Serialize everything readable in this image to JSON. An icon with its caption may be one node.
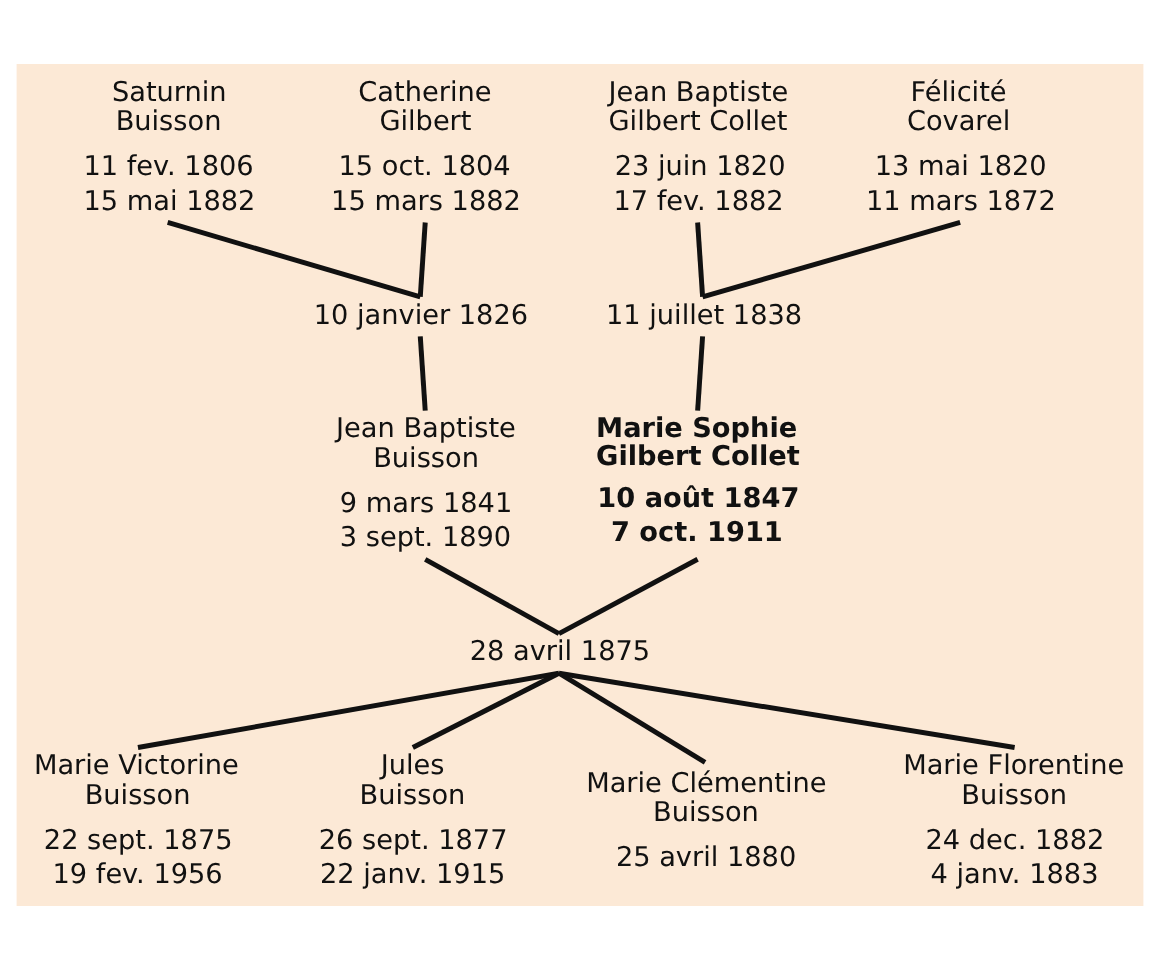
{
  "diagram": {
    "nodes": [
      {
        "text": [
          "Saturnin Buisson",
          "11 fev. 1806",
          "15 mai 1882"
        ]
      },
      {
        "text": [
          "Catherine Gilbert",
          "15 oct. 1804",
          "15 mars 1882"
        ]
      },
      {
        "text": [
          "Jean Baptiste Gilbert Collet",
          "23 juin 1820",
          "17 fev. 1882"
        ]
      },
      {
        "text": [
          "Félicité Covarel",
          "13 mai 1820",
          "11 mars 1872"
        ]
      },
      {
        "text": [
          "10 janvier 1826"
        ]
      },
      {
        "text": [
          "11 juillet 1838"
        ]
      },
      {
        "text": [
          "Jean Baptiste Buisson",
          "9 mars 1841",
          "3 sept. 1890"
        ]
      },
      {
        "text": [
          "Marie Sophie Gilbert Collet",
          "10 août 1847",
          "7 oct. 1911"
        ]
      },
      {
        "text": [
          "28 avril 1875"
        ]
      },
      {
        "text": [
          "Marie Victorine Buisson",
          "22 sept. 1875",
          "19 fev. 1956"
        ]
      },
      {
        "text": [
          "Jules Buisson",
          "26 sept. 1877",
          "22 janv. 1915"
        ]
      },
      {
        "text": [
          "Marie Clémentine Buisson",
          "25 avril 1880"
        ]
      },
      {
        "text": [
          "Marie Florentine Buisson",
          "24 dec. 1882",
          "4 janv. 1883"
        ]
      }
    ],
    "edges": [
      {
        "from": 0,
        "to": 4,
        "arrow": "none"
      },
      {
        "from": 1,
        "to": 4,
        "arrow": "none"
      },
      {
        "from": 4,
        "to": 6,
        "arrow": "none"
      },
      {
        "from": 2,
        "to": 5,
        "arrow": "none"
      },
      {
        "from": 3,
        "to": 5,
        "arrow": "none"
      },
      {
        "from": 5,
        "to": 7,
        "arrow": "none"
      },
      {
        "from": 6,
        "to": 8,
        "arrow": "none"
      },
      {
        "from": 7,
        "to": 8,
        "arrow": "none"
      },
      {
        "from": 8,
        "to": 9,
        "arrow": "none"
      },
      {
        "from": 8,
        "to": 10,
        "arrow": "none"
      },
      {
        "from": 8,
        "to": 11,
        "arrow": "none"
      },
      {
        "from": 8,
        "to": 12,
        "arrow": "none"
      }
    ]
  }
}
